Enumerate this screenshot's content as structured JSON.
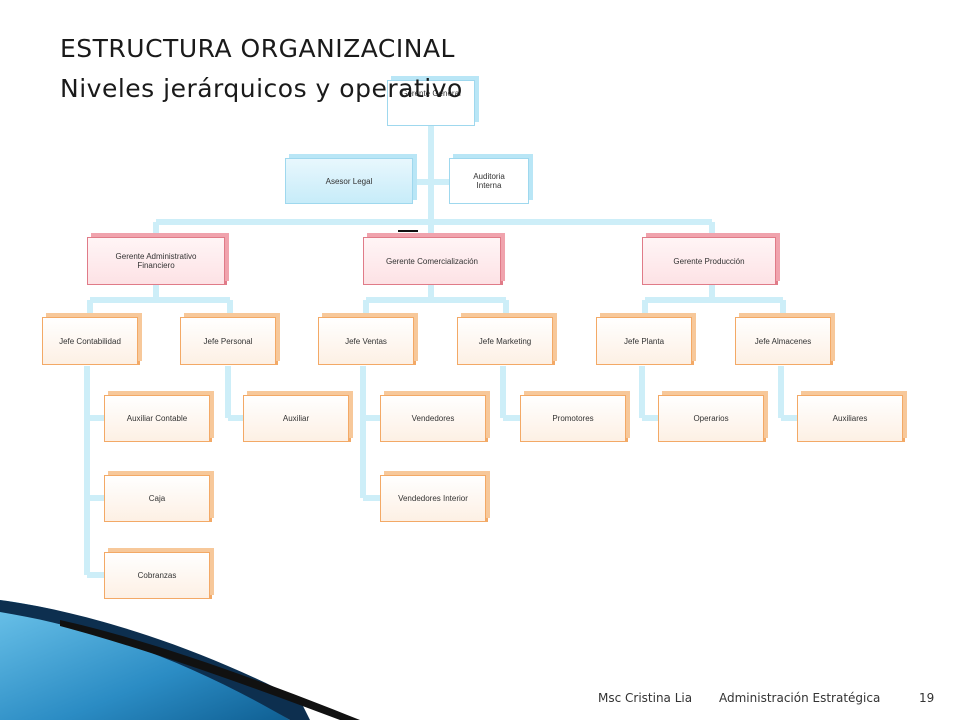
{
  "title": {
    "line1": "ESTRUCTURA ORGANIZACINAL",
    "line2": "Niveles jerárquicos y operativo"
  },
  "org": {
    "ceo": "Gerente General",
    "staff": [
      "Asesor Legal",
      "Auditoria\nInterna"
    ],
    "managers": [
      {
        "label": "Gerente Administrativo\nFinanciero",
        "chiefs": [
          {
            "label": "Jefe Contabilidad",
            "staff": [
              "Auxiliar Contable",
              "Caja",
              "Cobranzas"
            ]
          },
          {
            "label": "Jefe Personal",
            "staff": [
              "Auxiliar"
            ]
          }
        ]
      },
      {
        "label": "Gerente Comercialización",
        "chiefs": [
          {
            "label": "Jefe Ventas",
            "staff": [
              "Vendedores",
              "Vendedores Interior"
            ]
          },
          {
            "label": "Jefe Marketing",
            "staff": [
              "Promotores"
            ]
          }
        ]
      },
      {
        "label": "Gerente Producción",
        "chiefs": [
          {
            "label": "Jefe Planta",
            "staff": [
              "Operarios"
            ]
          },
          {
            "label": "Jefe Almacenes",
            "staff": [
              "Auxiliares"
            ]
          }
        ]
      }
    ]
  },
  "footer": {
    "author": "Msc Cristina Lia",
    "course": "Administración Estratégica",
    "page": "19"
  },
  "colors": {
    "connector": "#cdeef8",
    "staff_border": "#9fd8ee",
    "manager_border": "#e07b88",
    "chief_border": "#f3a966",
    "corner_dark": "#0d2f4f",
    "corner_light": "#3fa2d2"
  }
}
